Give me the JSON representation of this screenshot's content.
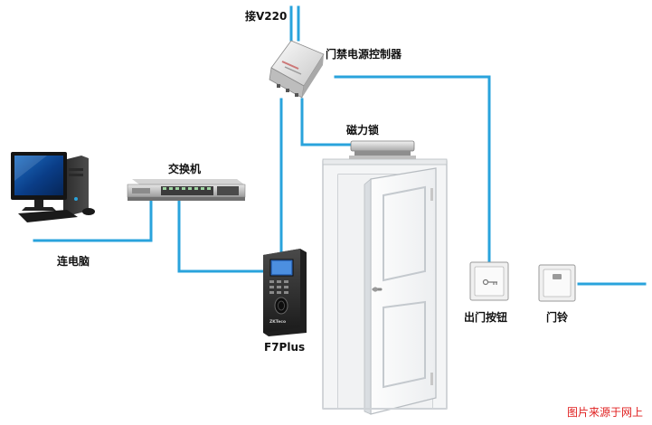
{
  "labels": {
    "power_in": "接V220",
    "power_controller": "门禁电源控制器",
    "magnetic_lock": "磁力锁",
    "switch": "交换机",
    "to_pc": "连电脑",
    "terminal": "F7Plus",
    "exit_button": "出门按钮",
    "doorbell": "门铃"
  },
  "terminal_brand": "ZKTeco",
  "source_note": "图片来源于网上",
  "colors": {
    "wire": "#29a3dc",
    "label_text": "#111111",
    "source_note": "#e02020"
  }
}
